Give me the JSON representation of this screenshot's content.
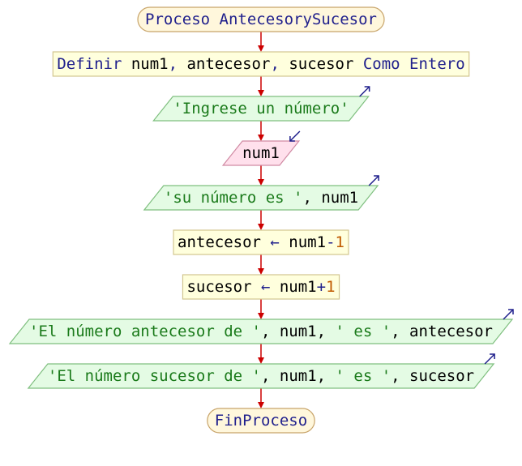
{
  "colors": {
    "arrow": "#cc0000",
    "terminal_fill": "#fff7dc",
    "terminal_stroke": "#c8a46a",
    "process_fill": "#ffffdd",
    "process_stroke": "#d2c690",
    "output_fill": "#e4fbe4",
    "output_stroke": "#7fbf7f",
    "input_fill": "#ffe0ec",
    "input_stroke": "#d08aa3",
    "keyword": "#1f1f8c",
    "string": "#1a7a1a",
    "plain": "#000000",
    "number": "#c05a00",
    "io_arrow": "#1f1f8c"
  },
  "nodes": [
    {
      "id": "start",
      "kind": "terminal",
      "segments": [
        {
          "t": "Proceso",
          "c": "keyword"
        },
        {
          "t": " AntecesorySucesor",
          "c": "keyword"
        }
      ]
    },
    {
      "id": "define",
      "kind": "process",
      "segments": [
        {
          "t": "Definir",
          "c": "keyword"
        },
        {
          "t": " num1",
          "c": "plain"
        },
        {
          "t": ",",
          "c": "keyword"
        },
        {
          "t": " antecesor",
          "c": "plain"
        },
        {
          "t": ",",
          "c": "keyword"
        },
        {
          "t": " sucesor ",
          "c": "plain"
        },
        {
          "t": "Como Entero",
          "c": "keyword"
        }
      ]
    },
    {
      "id": "prompt",
      "kind": "output",
      "segments": [
        {
          "t": "'Ingrese un número'",
          "c": "string"
        }
      ]
    },
    {
      "id": "read",
      "kind": "input",
      "segments": [
        {
          "t": "num1",
          "c": "plain"
        }
      ]
    },
    {
      "id": "echo",
      "kind": "output",
      "segments": [
        {
          "t": "'su número es '",
          "c": "string"
        },
        {
          "t": ", num1",
          "c": "plain"
        }
      ]
    },
    {
      "id": "assign-ante",
      "kind": "process",
      "segments": [
        {
          "t": "antecesor ",
          "c": "plain"
        },
        {
          "t": "←",
          "c": "keyword"
        },
        {
          "t": " num1",
          "c": "plain"
        },
        {
          "t": "-",
          "c": "keyword"
        },
        {
          "t": "1",
          "c": "number"
        }
      ]
    },
    {
      "id": "assign-suc",
      "kind": "process",
      "segments": [
        {
          "t": "sucesor ",
          "c": "plain"
        },
        {
          "t": "←",
          "c": "keyword"
        },
        {
          "t": " num1",
          "c": "plain"
        },
        {
          "t": "+",
          "c": "keyword"
        },
        {
          "t": "1",
          "c": "number"
        }
      ]
    },
    {
      "id": "out-ante",
      "kind": "output",
      "segments": [
        {
          "t": "'El número antecesor de '",
          "c": "string"
        },
        {
          "t": ", num1, ",
          "c": "plain"
        },
        {
          "t": "' es '",
          "c": "string"
        },
        {
          "t": ", antecesor",
          "c": "plain"
        }
      ]
    },
    {
      "id": "out-suc",
      "kind": "output",
      "segments": [
        {
          "t": "'El número sucesor de '",
          "c": "string"
        },
        {
          "t": ", num1, ",
          "c": "plain"
        },
        {
          "t": "' es '",
          "c": "string"
        },
        {
          "t": ", sucesor",
          "c": "plain"
        }
      ]
    },
    {
      "id": "end",
      "kind": "terminal",
      "segments": [
        {
          "t": "FinProceso",
          "c": "keyword"
        }
      ]
    }
  ]
}
